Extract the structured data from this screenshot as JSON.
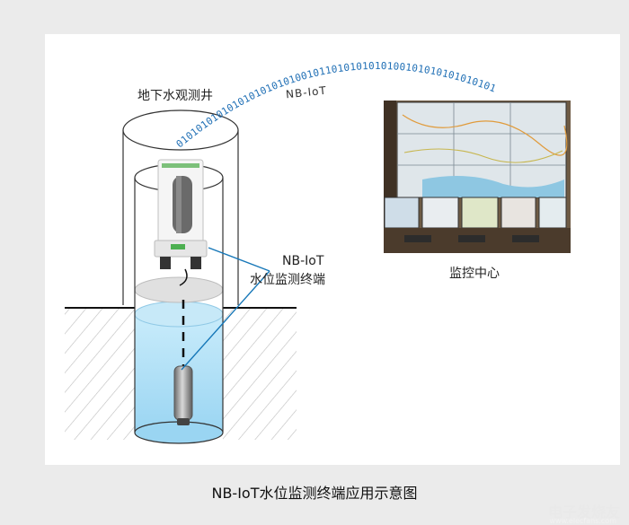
{
  "labels": {
    "well": "地下水观测井",
    "protocol": "NB-IoT",
    "terminal_line1": "NB-IoT",
    "terminal_line2": "水位监测终端",
    "center": "监控中心"
  },
  "binary_stream": "0101010101010101010101001011010101010100101010101010101010101010",
  "caption": "NB-IoT水位监测终端应用示意图",
  "watermark": {
    "brand": "电子发烧友",
    "url": "www.elecfans.com"
  },
  "colors": {
    "water": "#aee0f6",
    "sky_line": "#1677b8",
    "binary": "#1f6fb5",
    "hatch": "#b8b8b8"
  }
}
